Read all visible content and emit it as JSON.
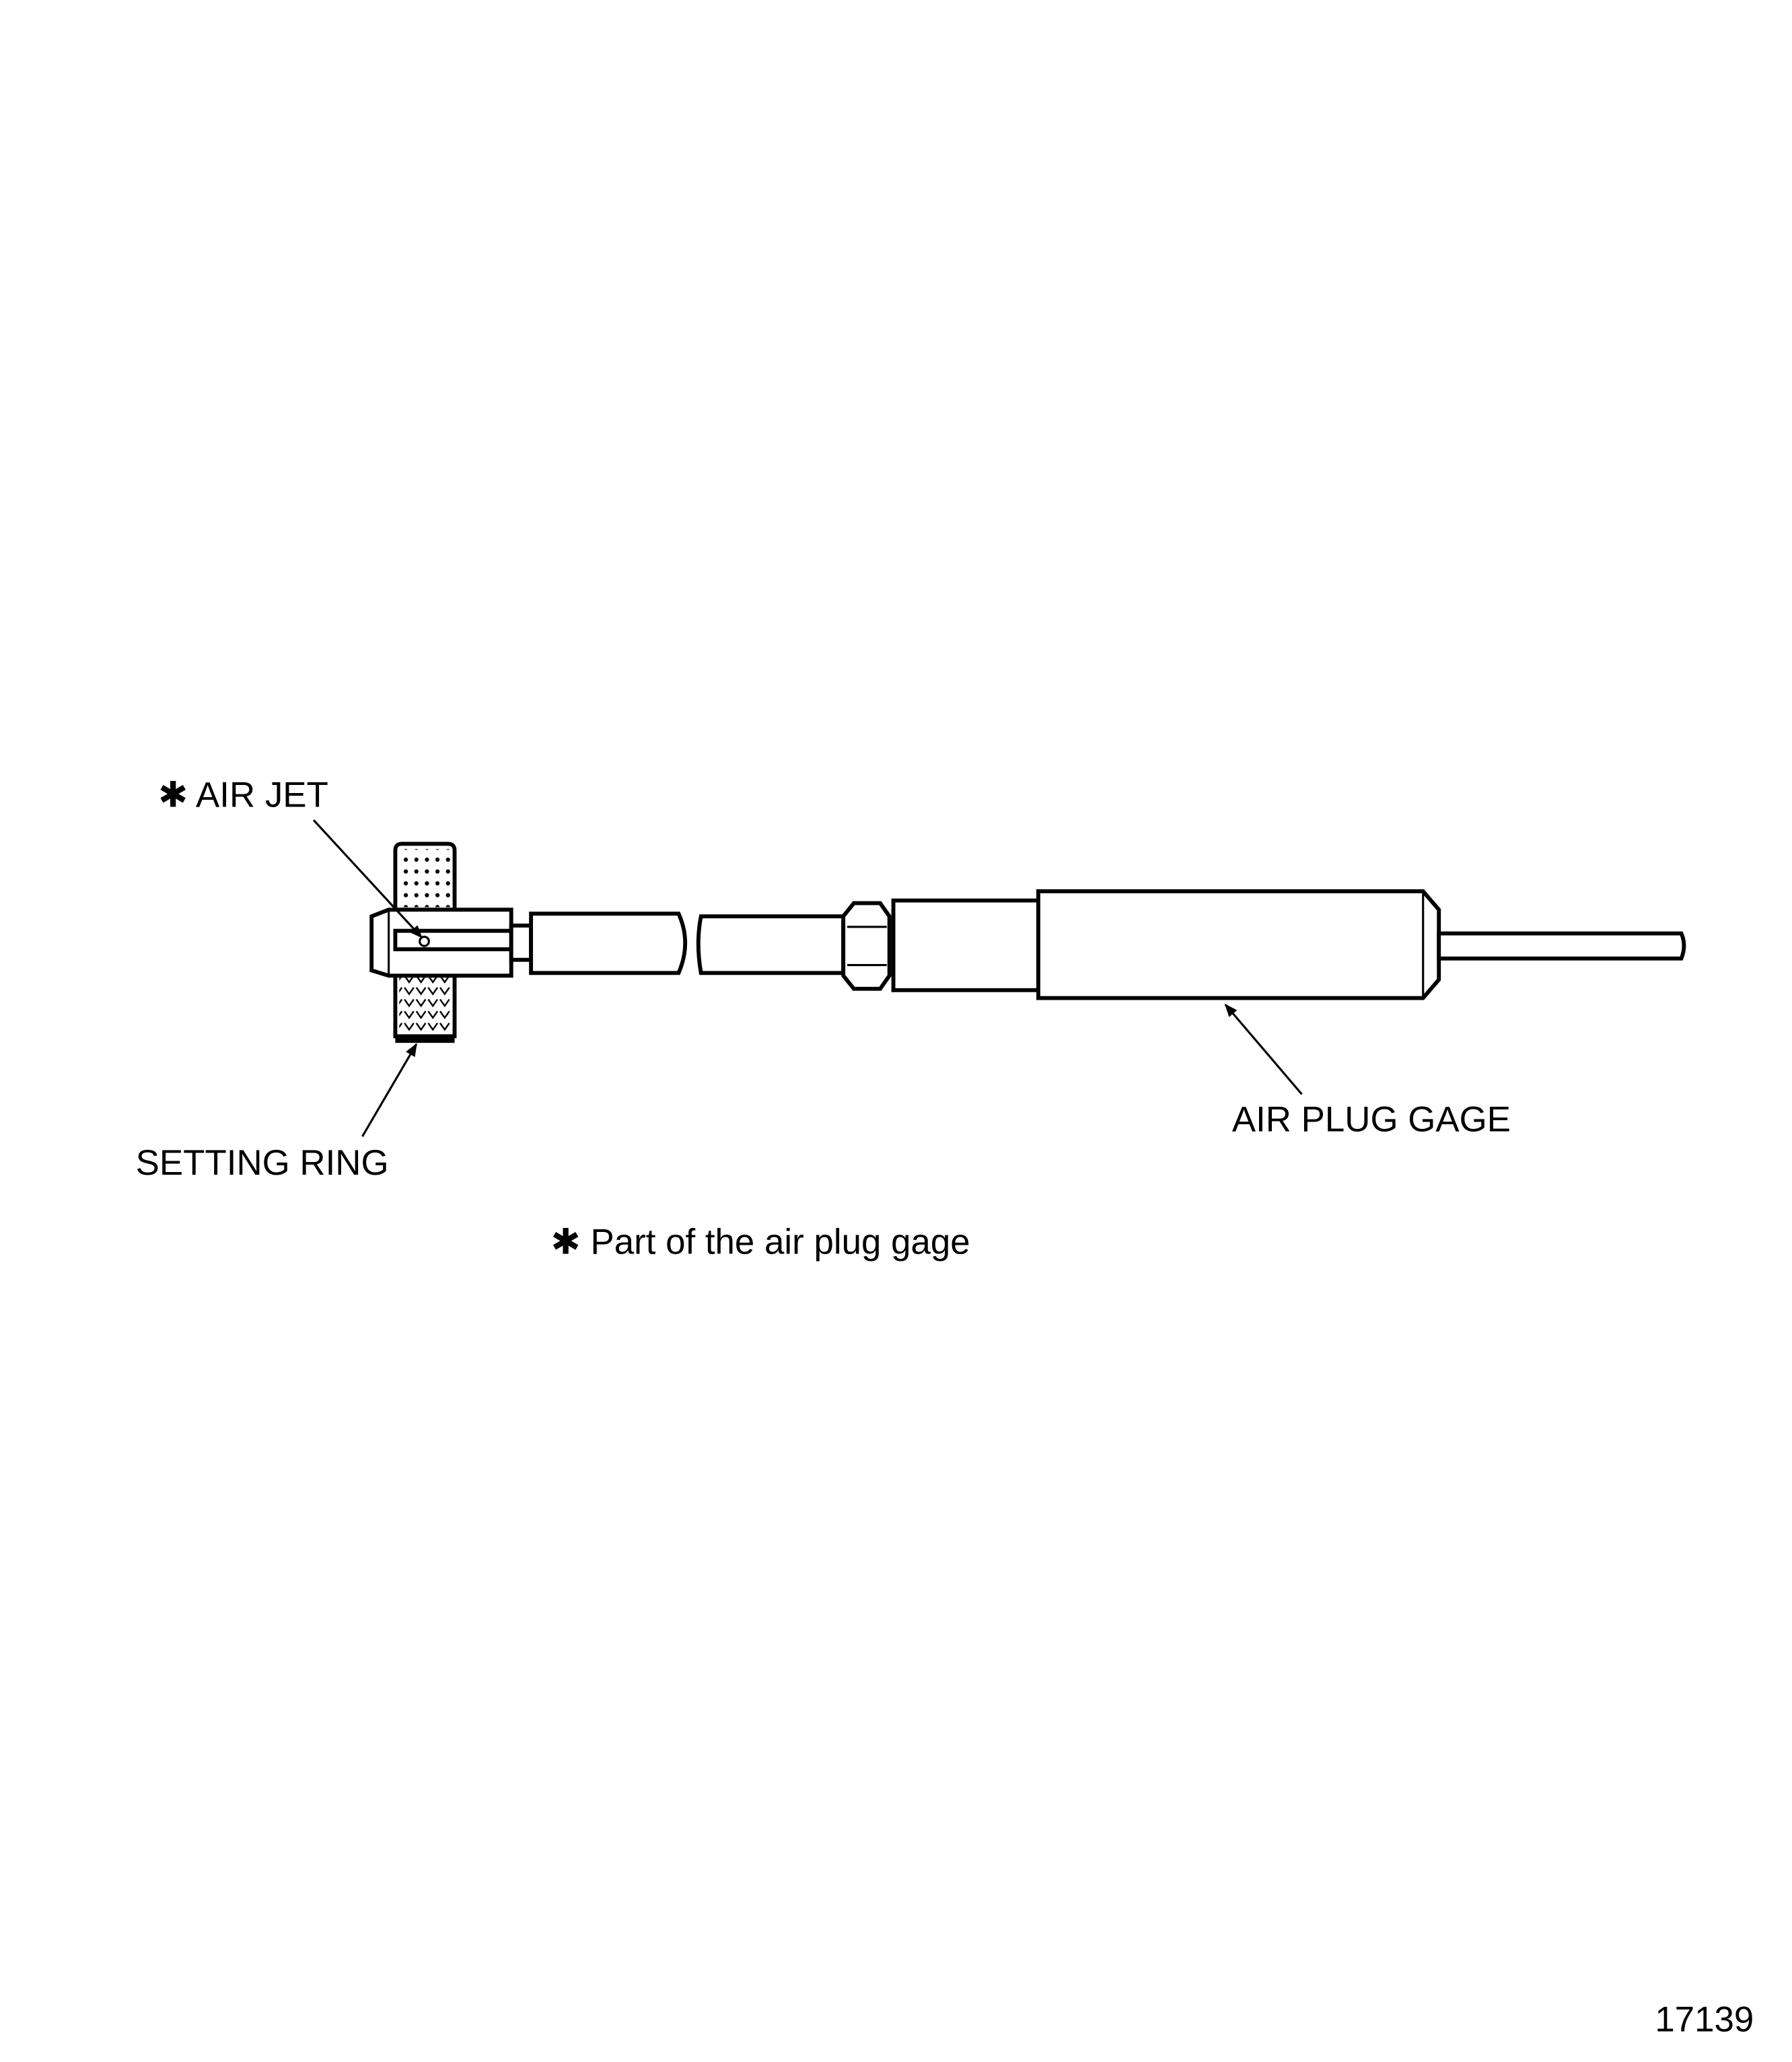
{
  "labels": {
    "air_jet": "✱ AIR JET",
    "setting_ring": "SETTING RING",
    "air_plug_gage": "AIR PLUG GAGE",
    "footnote": "✱ Part of the air plug gage",
    "figure_number": "17139"
  }
}
